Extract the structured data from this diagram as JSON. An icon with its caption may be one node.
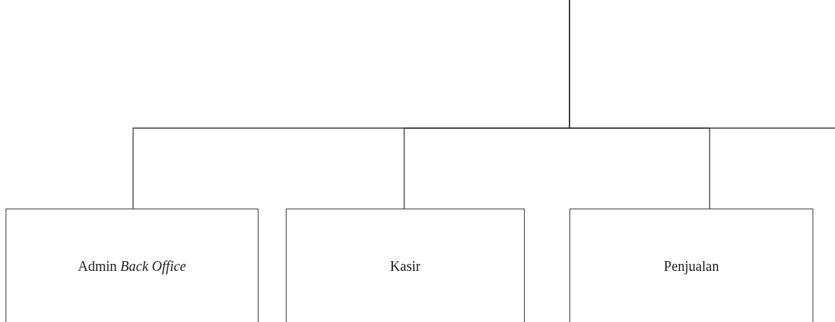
{
  "diagram": {
    "nodes": [
      {
        "text": [
          "Admin *Back Office*"
        ]
      },
      {
        "text": [
          "Kasir"
        ]
      },
      {
        "text": [
          "Penjualan"
        ]
      }
    ],
    "edges": [
      {
        "from": null,
        "to": 0,
        "arrow": "none"
      },
      {
        "from": null,
        "to": 1,
        "arrow": "none"
      },
      {
        "from": null,
        "to": 2,
        "arrow": "none"
      }
    ]
  }
}
